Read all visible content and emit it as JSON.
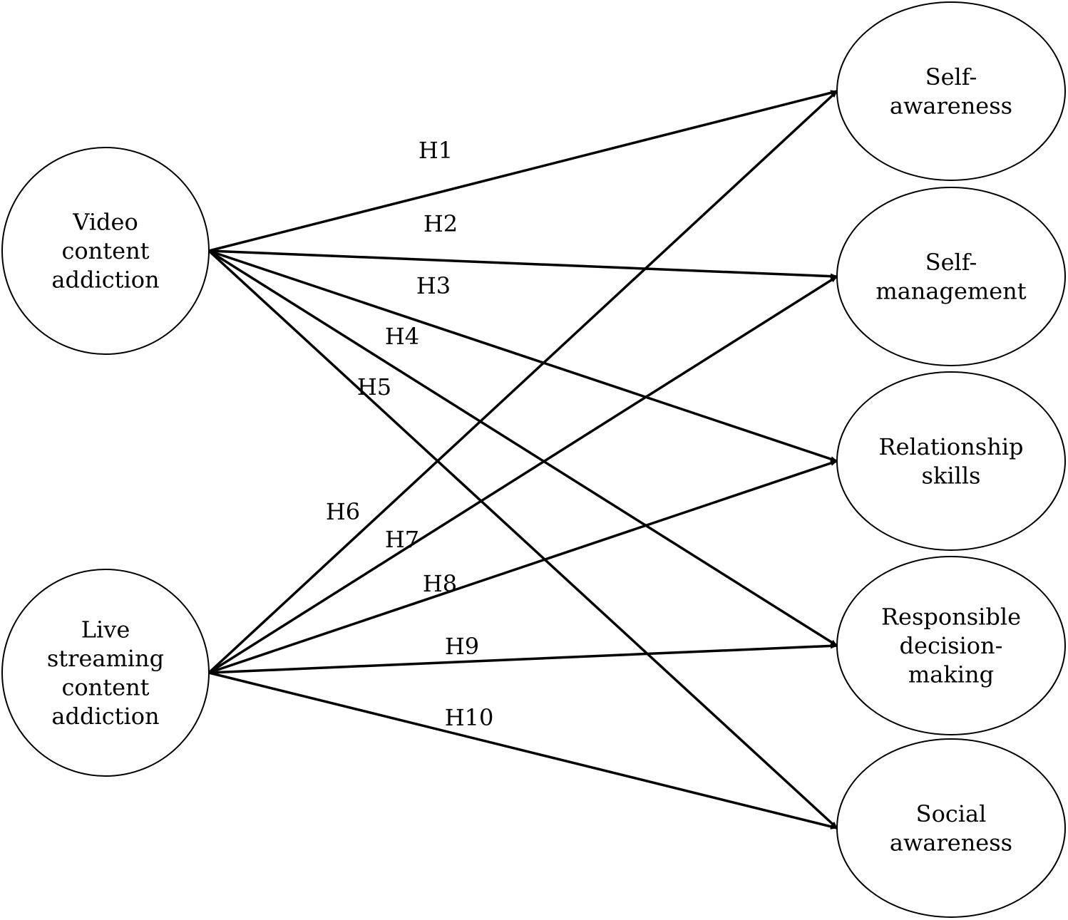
{
  "diagram": {
    "sources": [
      {
        "id": "video",
        "label_lines": [
          "Video",
          "content",
          "addiction"
        ]
      },
      {
        "id": "live",
        "label_lines": [
          "Live",
          "streaming",
          "content",
          "addiction"
        ]
      }
    ],
    "targets": [
      {
        "id": "self_awareness",
        "label_lines": [
          "Self-",
          "awareness"
        ]
      },
      {
        "id": "self_management",
        "label_lines": [
          "Self-",
          "management"
        ]
      },
      {
        "id": "relationship_skills",
        "label_lines": [
          "Relationship",
          "skills"
        ]
      },
      {
        "id": "responsible_decision_making",
        "label_lines": [
          "Responsible",
          "decision-",
          "making"
        ]
      },
      {
        "id": "social_awareness",
        "label_lines": [
          "Social",
          "awareness"
        ]
      }
    ],
    "edges": [
      {
        "label": "H1",
        "from": "video",
        "to": "self_awareness"
      },
      {
        "label": "H2",
        "from": "video",
        "to": "self_management"
      },
      {
        "label": "H3",
        "from": "video",
        "to": "relationship_skills"
      },
      {
        "label": "H4",
        "from": "video",
        "to": "responsible_decision_making"
      },
      {
        "label": "H5",
        "from": "video",
        "to": "social_awareness"
      },
      {
        "label": "H6",
        "from": "live",
        "to": "self_awareness"
      },
      {
        "label": "H7",
        "from": "live",
        "to": "self_management"
      },
      {
        "label": "H8",
        "from": "live",
        "to": "relationship_skills"
      },
      {
        "label": "H9",
        "from": "live",
        "to": "responsible_decision_making"
      },
      {
        "label": "H10",
        "from": "live",
        "to": "social_awareness"
      }
    ],
    "colors": {
      "stroke": "#000000",
      "background": "#ffffff"
    }
  }
}
